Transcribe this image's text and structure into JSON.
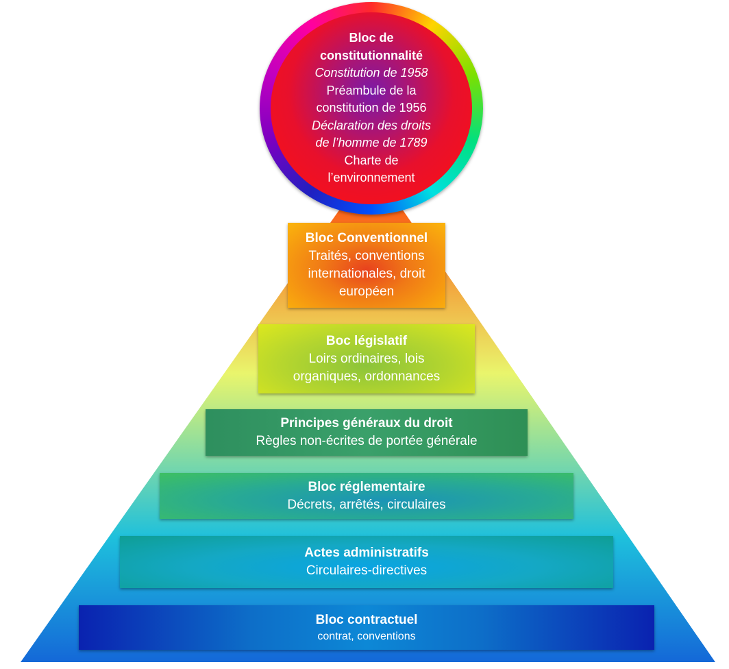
{
  "colors": {
    "pyramid_top": "#ff3a00",
    "pyramid_mid": "#e9f56c",
    "pyramid_low": "#1ec0dc",
    "pyramid_base": "#1468d8"
  },
  "top": {
    "lines": [
      {
        "text": "Bloc de",
        "style": "bold"
      },
      {
        "text": "constitutionnalité",
        "style": "bold"
      },
      {
        "text": "Constitution de 1958",
        "style": "italic"
      },
      {
        "text": "Préambule de la",
        "style": "normal"
      },
      {
        "text": "constitution de 1956",
        "style": "normal"
      },
      {
        "text": "Déclaration des droits",
        "style": "italic"
      },
      {
        "text": "de l’homme de 1789",
        "style": "italic"
      },
      {
        "text": "Charte de",
        "style": "normal"
      },
      {
        "text": "l’environnement",
        "style": "normal"
      }
    ]
  },
  "blocks": {
    "conventionnel": {
      "title": "Bloc Conventionnel",
      "lines": [
        "Traités, conventions",
        "internationales, droit",
        "européen"
      ]
    },
    "legislatif": {
      "title": "Boc législatif",
      "lines": [
        "Loirs ordinaires, lois",
        "organiques, ordonnances"
      ]
    },
    "pgd": {
      "title": "Principes généraux du droit",
      "lines": [
        "Règles non-écrites de portée générale"
      ]
    },
    "reglementaire": {
      "title": "Bloc réglementaire",
      "lines": [
        "Décrets, arrêtés, circulaires"
      ]
    },
    "administratifs": {
      "title": "Actes administratifs",
      "lines": [
        "Circulaires-directives"
      ]
    },
    "contractuel": {
      "title": "Bloc contractuel",
      "lines": [
        "contrat, conventions"
      ]
    }
  }
}
